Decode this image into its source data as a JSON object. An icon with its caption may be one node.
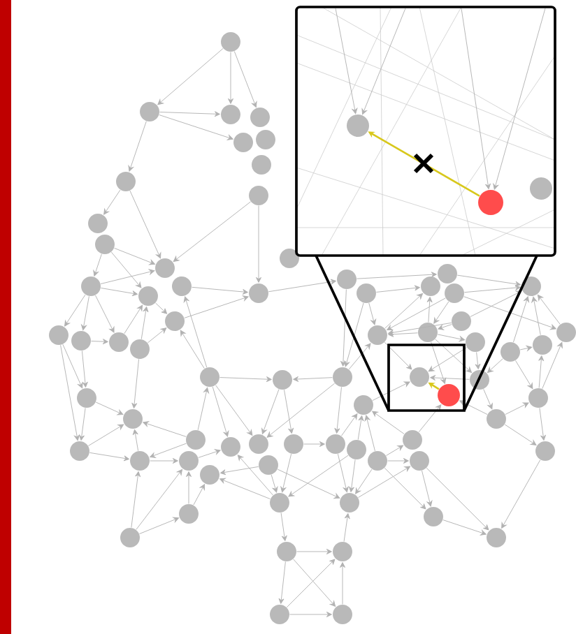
{
  "diagram": {
    "nodes": [
      {
        "text": [],
        "shape": "circle"
      },
      {
        "text": [],
        "shape": "circle"
      },
      {
        "text": [],
        "shape": "circle"
      },
      {
        "text": [],
        "shape": "circle"
      },
      {
        "text": [],
        "shape": "circle"
      },
      {
        "text": [],
        "shape": "circle"
      },
      {
        "text": [],
        "shape": "circle"
      },
      {
        "text": [],
        "shape": "circle"
      },
      {
        "text": [],
        "shape": "circle"
      },
      {
        "text": [],
        "shape": "circle"
      },
      {
        "text": [],
        "shape": "circle"
      },
      {
        "text": [],
        "shape": "circle"
      },
      {
        "text": [],
        "shape": "circle"
      },
      {
        "text": [],
        "shape": "circle"
      },
      {
        "text": [],
        "shape": "circle"
      },
      {
        "text": [],
        "shape": "circle"
      },
      {
        "text": [],
        "shape": "circle"
      },
      {
        "text": [],
        "shape": "circle"
      },
      {
        "text": [],
        "shape": "circle"
      },
      {
        "text": [],
        "shape": "circle"
      },
      {
        "text": [],
        "shape": "circle"
      },
      {
        "text": [],
        "shape": "circle"
      },
      {
        "text": [],
        "shape": "circle"
      },
      {
        "text": [],
        "shape": "circle"
      },
      {
        "text": [],
        "shape": "circle"
      },
      {
        "text": [],
        "shape": "circle"
      },
      {
        "text": [],
        "shape": "circle"
      },
      {
        "text": [],
        "shape": "circle"
      },
      {
        "text": [],
        "shape": "circle"
      },
      {
        "text": [],
        "shape": "circle"
      },
      {
        "text": [],
        "shape": "circle"
      },
      {
        "text": [],
        "shape": "circle"
      },
      {
        "text": [],
        "shape": "circle"
      },
      {
        "text": [],
        "shape": "circle"
      },
      {
        "text": [],
        "shape": "circle"
      },
      {
        "text": [],
        "shape": "circle"
      },
      {
        "text": [],
        "shape": "circle"
      },
      {
        "text": [],
        "shape": "circle"
      },
      {
        "text": [],
        "shape": "circle"
      },
      {
        "text": [],
        "shape": "circle"
      },
      {
        "text": [],
        "shape": "circle"
      },
      {
        "text": [],
        "shape": "circle"
      },
      {
        "text": [],
        "shape": "circle"
      },
      {
        "text": [],
        "shape": "circle"
      },
      {
        "text": [],
        "shape": "circle"
      },
      {
        "text": [],
        "shape": "circle"
      },
      {
        "text": [],
        "shape": "circle"
      },
      {
        "text": [],
        "shape": "circle"
      },
      {
        "text": [],
        "shape": "circle"
      },
      {
        "text": [],
        "shape": "circle"
      },
      {
        "text": [],
        "shape": "circle"
      },
      {
        "text": [],
        "shape": "circle"
      },
      {
        "text": [],
        "shape": "circle"
      },
      {
        "text": [],
        "shape": "circle"
      },
      {
        "text": [],
        "shape": "circle"
      },
      {
        "text": [],
        "shape": "circle"
      },
      {
        "text": [],
        "shape": "circle"
      },
      {
        "text": [],
        "shape": "circle"
      },
      {
        "text": [],
        "shape": "circle"
      },
      {
        "text": [],
        "shape": "circle"
      },
      {
        "text": [],
        "shape": "circle"
      },
      {
        "text": [],
        "shape": "circle"
      },
      {
        "text": [],
        "shape": "circle"
      },
      {
        "text": [],
        "shape": "circle"
      },
      {
        "text": [],
        "shape": "circle"
      },
      {
        "text": [],
        "shape": "circle"
      },
      {
        "text": [],
        "shape": "circle"
      },
      {
        "text": [],
        "shape": "circle"
      },
      {
        "text": [],
        "shape": "circle"
      },
      {
        "text": [],
        "shape": "circle"
      },
      {
        "text": [],
        "shape": "circle"
      },
      {
        "text": [],
        "shape": "circle"
      },
      {
        "text": [],
        "shape": "circle"
      },
      {
        "text": [],
        "shape": "circle"
      }
    ],
    "edges": [
      {
        "from": 0,
        "to": 1,
        "arrow": "to"
      },
      {
        "from": 0,
        "to": 2,
        "arrow": "to"
      },
      {
        "from": 0,
        "to": 3,
        "arrow": "to"
      },
      {
        "from": 1,
        "to": 2,
        "arrow": "to"
      },
      {
        "from": 1,
        "to": 5,
        "arrow": "to"
      },
      {
        "from": 1,
        "to": 8,
        "arrow": "to"
      },
      {
        "from": 7,
        "to": 23,
        "arrow": "to"
      },
      {
        "from": 7,
        "to": 27,
        "arrow": "to"
      },
      {
        "from": 8,
        "to": 9,
        "arrow": "to"
      },
      {
        "from": 8,
        "to": 23,
        "arrow": "to"
      },
      {
        "from": 10,
        "to": 11,
        "arrow": "to"
      },
      {
        "from": 10,
        "to": 23,
        "arrow": "to"
      },
      {
        "from": 10,
        "to": 25,
        "arrow": "to"
      },
      {
        "from": 11,
        "to": 12,
        "arrow": "to"
      },
      {
        "from": 11,
        "to": 13,
        "arrow": "to"
      },
      {
        "from": 11,
        "to": 22,
        "arrow": "to"
      },
      {
        "from": 11,
        "to": 23,
        "arrow": "to"
      },
      {
        "from": 11,
        "to": 25,
        "arrow": "to"
      },
      {
        "from": 12,
        "to": 14,
        "arrow": "to"
      },
      {
        "from": 12,
        "to": 15,
        "arrow": "to"
      },
      {
        "from": 13,
        "to": 14,
        "arrow": "to"
      },
      {
        "from": 13,
        "to": 22,
        "arrow": "to"
      },
      {
        "from": 14,
        "to": 15,
        "arrow": "to"
      },
      {
        "from": 14,
        "to": 67,
        "arrow": "to"
      },
      {
        "from": 15,
        "to": 19,
        "arrow": "to"
      },
      {
        "from": 15,
        "to": 67,
        "arrow": "to"
      },
      {
        "from": 16,
        "to": 17,
        "arrow": "to"
      },
      {
        "from": 16,
        "to": 19,
        "arrow": "to"
      },
      {
        "from": 16,
        "to": 61,
        "arrow": "to"
      },
      {
        "from": 17,
        "to": 61,
        "arrow": "to"
      },
      {
        "from": 17,
        "to": 68,
        "arrow": "to"
      },
      {
        "from": 18,
        "to": 19,
        "arrow": "to"
      },
      {
        "from": 18,
        "to": 20,
        "arrow": "to"
      },
      {
        "from": 18,
        "to": 67,
        "arrow": "to"
      },
      {
        "from": 19,
        "to": 61,
        "arrow": "to"
      },
      {
        "from": 19,
        "to": 67,
        "arrow": "to"
      },
      {
        "from": 20,
        "to": 24,
        "arrow": "to"
      },
      {
        "from": 20,
        "to": 26,
        "arrow": "to"
      },
      {
        "from": 20,
        "to": 32,
        "arrow": "to"
      },
      {
        "from": 20,
        "to": 33,
        "arrow": "to"
      },
      {
        "from": 20,
        "to": 66,
        "arrow": "to"
      },
      {
        "from": 21,
        "to": 25,
        "arrow": "to"
      },
      {
        "from": 21,
        "to": 26,
        "arrow": "to"
      },
      {
        "from": 21,
        "to": 67,
        "arrow": "to"
      },
      {
        "from": 22,
        "to": 25,
        "arrow": "to"
      },
      {
        "from": 24,
        "to": 27,
        "arrow": "to"
      },
      {
        "from": 25,
        "to": 26,
        "arrow": "to"
      },
      {
        "from": 26,
        "to": 27,
        "arrow": "to"
      },
      {
        "from": 27,
        "to": 29,
        "arrow": "to"
      },
      {
        "from": 29,
        "to": 31,
        "arrow": "to"
      },
      {
        "from": 29,
        "to": 45,
        "arrow": "to"
      },
      {
        "from": 30,
        "to": 31,
        "arrow": "to"
      },
      {
        "from": 30,
        "to": 60,
        "arrow": "to"
      },
      {
        "from": 30,
        "to": 63,
        "arrow": "to"
      },
      {
        "from": 31,
        "to": 32,
        "arrow": "to"
      },
      {
        "from": 31,
        "to": 33,
        "arrow": "to"
      },
      {
        "from": 31,
        "to": 36,
        "arrow": "to"
      },
      {
        "from": 31,
        "to": 60,
        "arrow": "to"
      },
      {
        "from": 32,
        "to": 33,
        "arrow": "to"
      },
      {
        "from": 32,
        "to": 35,
        "arrow": "to"
      },
      {
        "from": 34,
        "to": 39,
        "arrow": "to"
      },
      {
        "from": 34,
        "to": 44,
        "arrow": "to"
      },
      {
        "from": 34,
        "to": 68,
        "arrow": "to"
      },
      {
        "from": 35,
        "to": 36,
        "arrow": "to"
      },
      {
        "from": 35,
        "to": 39,
        "arrow": "to"
      },
      {
        "from": 36,
        "to": 44,
        "arrow": "to"
      },
      {
        "from": 36,
        "to": 65,
        "arrow": "to"
      },
      {
        "from": 37,
        "to": 39,
        "arrow": "to"
      },
      {
        "from": 37,
        "to": 44,
        "arrow": "to"
      },
      {
        "from": 37,
        "to": 65,
        "arrow": "to"
      },
      {
        "from": 38,
        "to": 44,
        "arrow": "to"
      },
      {
        "from": 38,
        "to": 57,
        "arrow": "to"
      },
      {
        "from": 38,
        "to": 58,
        "arrow": "to"
      },
      {
        "from": 38,
        "to": 64,
        "arrow": "to"
      },
      {
        "from": 38,
        "to": 65,
        "arrow": "to"
      },
      {
        "from": 39,
        "to": 40,
        "arrow": "to"
      },
      {
        "from": 39,
        "to": 66,
        "arrow": "to"
      },
      {
        "from": 39,
        "to": 68,
        "arrow": "to"
      },
      {
        "from": 40,
        "to": 41,
        "arrow": "to"
      },
      {
        "from": 40,
        "to": 42,
        "arrow": "to"
      },
      {
        "from": 40,
        "to": 43,
        "arrow": "to"
      },
      {
        "from": 41,
        "to": 42,
        "arrow": "to"
      },
      {
        "from": 41,
        "to": 43,
        "arrow": "to"
      },
      {
        "from": 42,
        "to": 43,
        "arrow": "to"
      },
      {
        "from": 43,
        "to": 44,
        "arrow": "to"
      },
      {
        "from": 44,
        "to": 57,
        "arrow": "to"
      },
      {
        "from": 45,
        "to": 62,
        "arrow": "to"
      },
      {
        "from": 46,
        "to": 48,
        "arrow": "to"
      },
      {
        "from": 46,
        "to": 55,
        "arrow": "to"
      },
      {
        "from": 46,
        "to": 60,
        "arrow": "to"
      },
      {
        "from": 46,
        "to": 62,
        "arrow": "to"
      },
      {
        "from": 47,
        "to": 48,
        "arrow": "to"
      },
      {
        "from": 47,
        "to": 60,
        "arrow": "to"
      },
      {
        "from": 47,
        "to": 62,
        "arrow": "to"
      },
      {
        "from": 48,
        "to": 49,
        "arrow": "to"
      },
      {
        "from": 48,
        "to": 51,
        "arrow": "to"
      },
      {
        "from": 48,
        "to": 60,
        "arrow": "to"
      },
      {
        "from": 48,
        "to": 63,
        "arrow": "to"
      },
      {
        "from": 48,
        "to": 73,
        "arrow": "to"
      },
      {
        "from": 49,
        "to": 51,
        "arrow": "to"
      },
      {
        "from": 49,
        "to": 72,
        "arrow": "to"
      },
      {
        "from": 50,
        "to": 51,
        "arrow": "to"
      },
      {
        "from": 50,
        "to": 53,
        "arrow": "to"
      },
      {
        "from": 50,
        "to": 56,
        "arrow": "to"
      },
      {
        "from": 50,
        "to": 62,
        "arrow": "to"
      },
      {
        "from": 51,
        "to": 52,
        "arrow": "to"
      },
      {
        "from": 51,
        "to": 72,
        "arrow": "to"
      },
      {
        "from": 52,
        "to": 53,
        "arrow": "to"
      },
      {
        "from": 52,
        "to": 54,
        "arrow": "to"
      },
      {
        "from": 52,
        "to": 73,
        "arrow": "to"
      },
      {
        "from": 53,
        "to": 54,
        "arrow": "to"
      },
      {
        "from": 53,
        "to": 55,
        "arrow": "to"
      },
      {
        "from": 53,
        "to": 56,
        "arrow": "to"
      },
      {
        "from": 54,
        "to": 59,
        "arrow": "to"
      },
      {
        "from": 55,
        "to": 62,
        "arrow": "to"
      },
      {
        "from": 56,
        "to": 62,
        "arrow": "to"
      },
      {
        "from": 57,
        "to": 58,
        "arrow": "to"
      },
      {
        "from": 57,
        "to": 59,
        "arrow": "to"
      },
      {
        "from": 58,
        "to": 59,
        "arrow": "to"
      },
      {
        "from": 60,
        "to": 63,
        "arrow": "to"
      },
      {
        "from": 60,
        "to": 72,
        "arrow": "to"
      },
      {
        "from": 61,
        "to": 66,
        "arrow": "to"
      },
      {
        "from": 64,
        "to": 65,
        "arrow": "to"
      },
      {
        "from": 64,
        "to": 73,
        "arrow": "to"
      },
      {
        "from": 65,
        "to": 72,
        "arrow": "to"
      },
      {
        "from": 73,
        "to": 72,
        "arrow": "to",
        "color": "#d8c81c"
      },
      {
        "from": null,
        "to": 69,
        "arrow": "to"
      },
      {
        "from": null,
        "to": 69,
        "arrow": "to"
      },
      {
        "from": null,
        "to": 70,
        "arrow": "to"
      },
      {
        "from": null,
        "to": 70,
        "arrow": "to"
      },
      {
        "from": 70,
        "to": 69,
        "arrow": "to",
        "color": "#d8c81c"
      }
    ]
  }
}
